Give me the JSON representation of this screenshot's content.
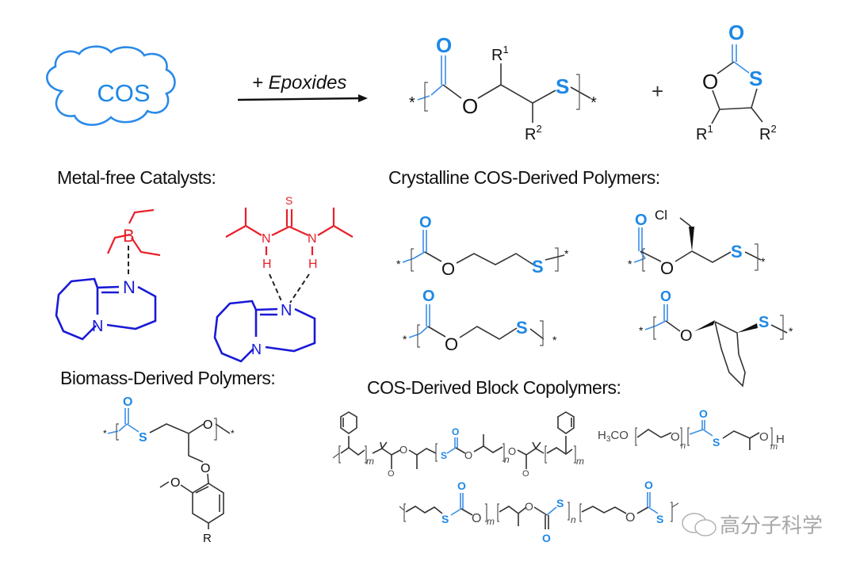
{
  "scheme": {
    "reactant": "COS",
    "arrow_label": "+ Epoxides",
    "plus": "+",
    "polymer_product": {
      "atoms": {
        "carbonyl_O": "O",
        "ester_O": "O",
        "S": "S",
        "R1": "R",
        "R1_sup": "1",
        "R2": "R",
        "R2_sup": "2",
        "end": "*"
      }
    },
    "cyclic_product": {
      "atoms": {
        "carbonyl_O": "O",
        "ring_O": "O",
        "S": "S",
        "R1": "R",
        "R1_sup": "1",
        "R2": "R",
        "R2_sup": "2"
      }
    }
  },
  "sections": {
    "catalysts": {
      "title": "Metal-free Catalysts:",
      "catalyst_1": {
        "lewis_acid_atom": "B",
        "base_N1": "N",
        "base_N2": "N"
      },
      "catalyst_2": {
        "thio_S": "S",
        "N_left": "N",
        "N_right": "N",
        "H_left": "H",
        "H_right": "H",
        "base_N1": "N",
        "base_N2": "N"
      }
    },
    "crystalline": {
      "title": "Crystalline COS-Derived Polymers:",
      "labels": {
        "O": "O",
        "S": "S",
        "Cl": "Cl",
        "end": "*"
      }
    },
    "biomass": {
      "title": "Biomass-Derived Polymers:",
      "labels": {
        "O": "O",
        "S": "S",
        "R": "R",
        "end": "*"
      }
    },
    "block": {
      "title": "COS-Derived Block Copolymers:",
      "labels": {
        "O": "O",
        "S": "S",
        "m": "m",
        "n": "n",
        "H3CO": "H3CO",
        "H": "H"
      }
    }
  },
  "watermark": "高分子科学",
  "colors": {
    "cos_blue": "#1e88e5",
    "bond_blue": "#3a8ee6",
    "catalyst_red": "#e8202a",
    "catalyst_navy": "#1a1ad6",
    "text": "#111111"
  }
}
